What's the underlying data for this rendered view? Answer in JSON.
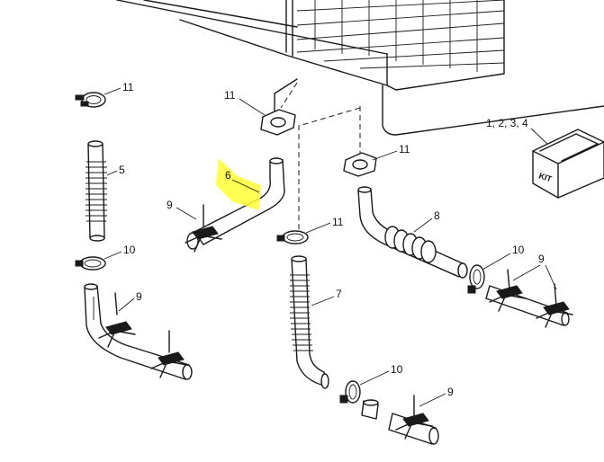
{
  "diagram": {
    "highlight_color": "#ffff33",
    "line_color": "#1a1a1a",
    "callouts": {
      "kit_label": "1, 2, 3, 4",
      "kit_box_text": "KIT",
      "c11a": "11",
      "c11b": "11",
      "c11c": "11",
      "c11d": "11",
      "c5": "5",
      "c6": "6",
      "c7": "7",
      "c8": "8",
      "c9a": "9",
      "c9b": "9",
      "c9c": "9",
      "c9d": "9",
      "c10a": "10",
      "c10b": "10",
      "c10c": "10"
    }
  }
}
